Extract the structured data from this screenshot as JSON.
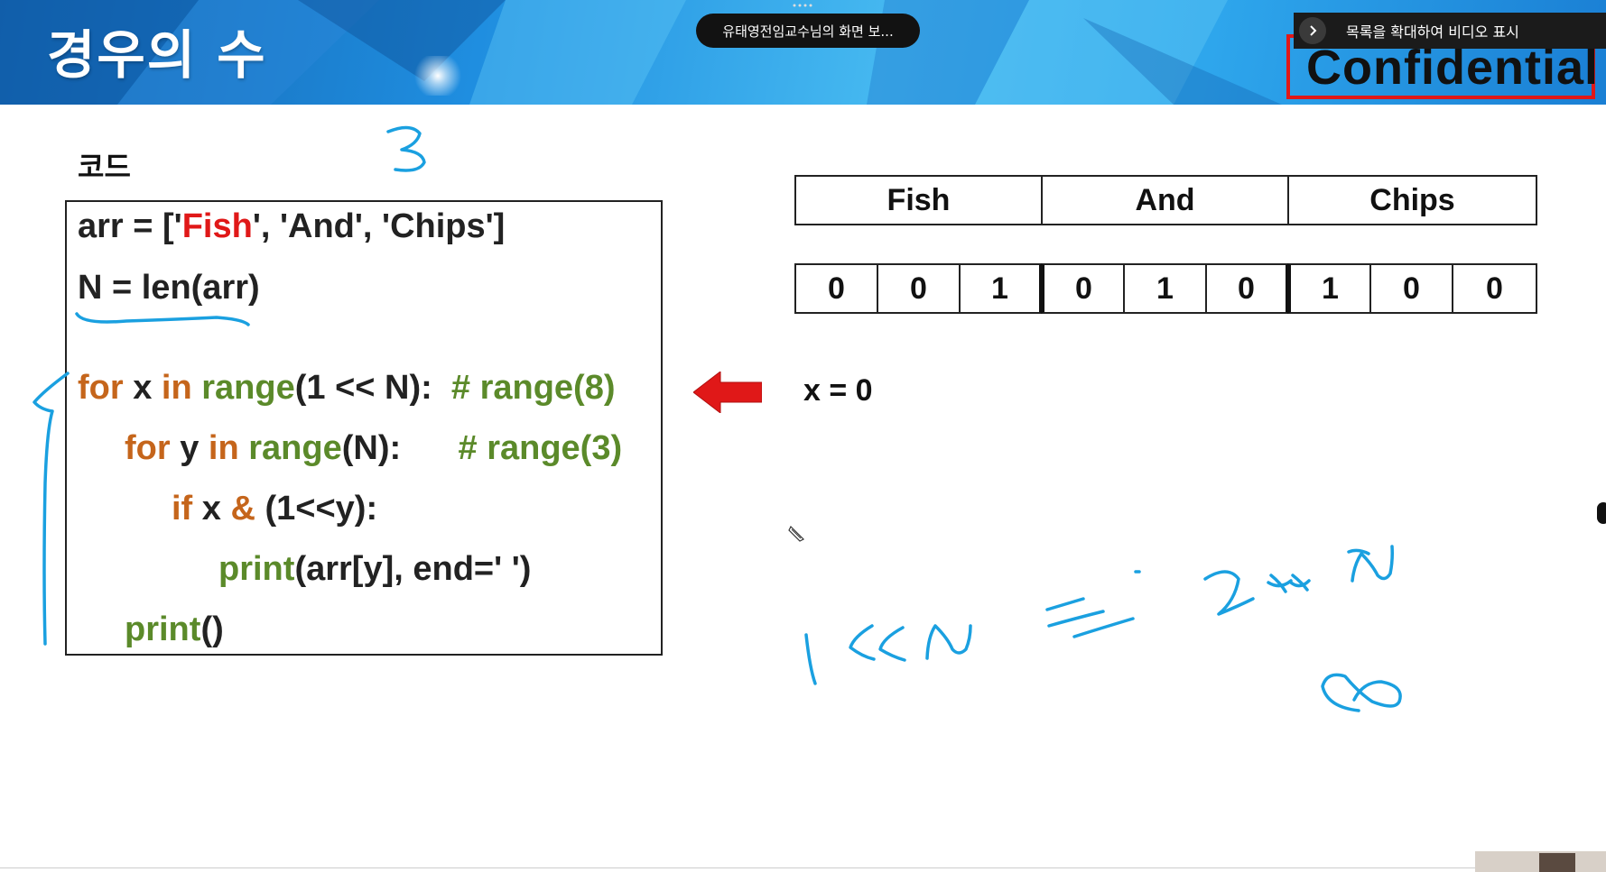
{
  "header": {
    "title": "경우의 수",
    "share_indicator": "유태영전임교수님의 화면 보...",
    "expand_list_label": "목록을 확대하여 비디오 표시",
    "confidential": "Confidential"
  },
  "code_panel": {
    "label": "코드",
    "lines": [
      {
        "parts": [
          "arr = ['",
          "Fish",
          "', 'And', 'Chips']"
        ]
      },
      {
        "parts": [
          "N = len(arr)"
        ]
      },
      {
        "parts": [
          "for",
          " x ",
          "in",
          " ",
          "range",
          "(1 << N):  ",
          "# range(8)"
        ]
      },
      {
        "parts": [
          "for",
          " y ",
          "in",
          " ",
          "range",
          "(N):      ",
          "# range(3)"
        ]
      },
      {
        "parts": [
          "if",
          " x ",
          "&",
          " (1<<y):"
        ]
      },
      {
        "parts": [
          "print",
          "(arr[y], end=' ')"
        ]
      },
      {
        "parts": [
          "print",
          "()"
        ]
      }
    ]
  },
  "table": {
    "headers": [
      "Fish",
      "And",
      "Chips"
    ],
    "bits": [
      "0",
      "0",
      "1",
      "0",
      "1",
      "0",
      "1",
      "0",
      "0"
    ]
  },
  "state": {
    "x_label": "x = 0"
  },
  "annotations": {
    "handwritten": [
      "3",
      "1<<N == 2**N",
      "8"
    ]
  },
  "colors": {
    "keyword": "#c5651b",
    "builtin": "#5b8a2a",
    "string_highlight": "#e01818",
    "arrow": "#e01818",
    "ink": "#1aa0e0"
  }
}
